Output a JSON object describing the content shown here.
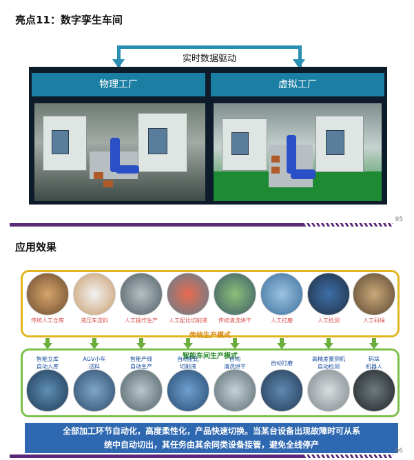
{
  "slide1": {
    "title": "亮点11：数字孪生车间",
    "loop_label": "实时数据驱动",
    "left_panel": "物理工厂",
    "right_panel": "虚拟工厂",
    "page_number": "95",
    "colors": {
      "accent": "#2a8fb3",
      "frame": "#0d1b2a",
      "footer": "#5a2a78"
    }
  },
  "slide2": {
    "title": "应用效果",
    "traditional_mode": "传统生产模式",
    "smart_mode": "智能车间生产模式",
    "traditional_items": [
      "传统人工仓库",
      "液压车送料",
      "人工操作生产",
      "人工配比切削液",
      "传统清洗烘干",
      "人工打磨",
      "人工检测",
      "人工码垛"
    ],
    "smart_items": [
      {
        "l1": "智能立库",
        "l2": "自动入库"
      },
      {
        "l1": "AGV小车",
        "l2": "送料"
      },
      {
        "l1": "智能产线",
        "l2": "自动生产"
      },
      {
        "l1": "自动配比",
        "l2": "切削液"
      },
      {
        "l1": "自动",
        "l2": "清洗烘干"
      },
      {
        "l1": "自动打磨",
        "l2": ""
      },
      {
        "l1": "高精度量测机",
        "l2": "自动检测"
      },
      {
        "l1": "码垛",
        "l2": "机器人"
      }
    ],
    "summary_line1": "全部加工环节自动化，高度柔性化，产品快速切换。当某台设备出现故障时可从系",
    "summary_line2": "统中自动切出，其任务由其余同类设备接管，避免全线停产",
    "page_number": "96",
    "colors": {
      "traditional": "#e0b520",
      "smart": "#7ac04a",
      "summary_bg": "#2e68b1",
      "trad_text": "#d9534f",
      "smart_text": "#1a4fa0"
    }
  }
}
